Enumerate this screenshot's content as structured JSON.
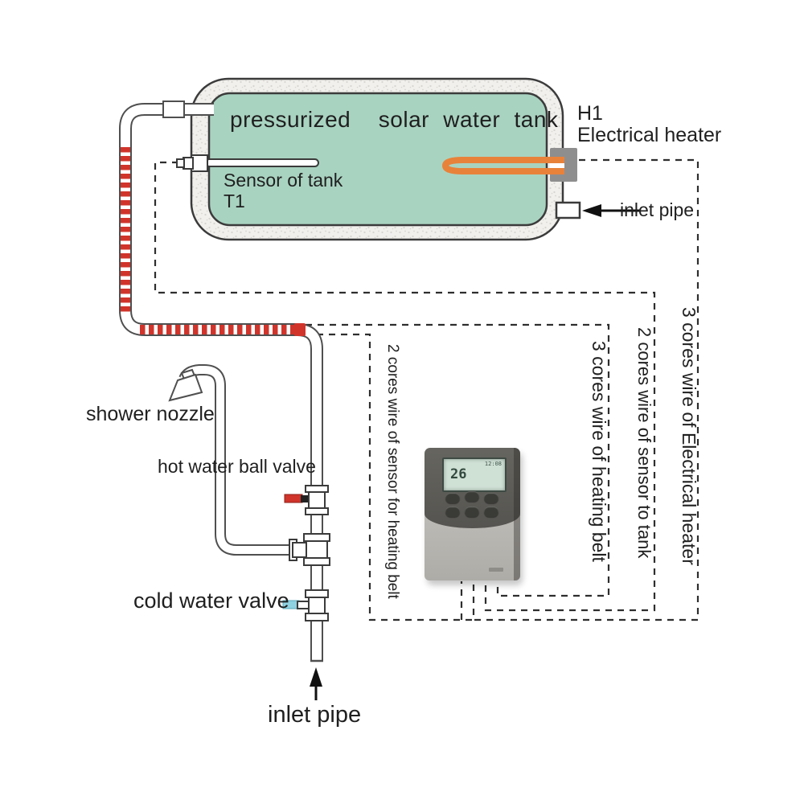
{
  "title": "pressurized  solar water tank",
  "labels": {
    "h1": "H1",
    "electrical_heater": "Electrical heater",
    "inlet_pipe_right": "inlet pipe",
    "sensor_of_tank": "Sensor of tank",
    "sensor_t1": "T1",
    "shower_nozzle": "shower nozzle",
    "hot_water_ball_valve": "hot water ball valve",
    "cold_water_valve": "cold water valve",
    "inlet_pipe_bottom": "inlet pipe"
  },
  "wire_labels": {
    "sensor_for_heating_belt": "2 cores wire of sensor for heating belt",
    "heating_belt": "3 cores wire of heating belt",
    "sensor_to_tank": "2 cores wire of sensor to tank",
    "electrical_heater": "3 cores wire of Electrical heater"
  },
  "controller": {
    "lcd_temp": "26",
    "lcd_time": "12:08"
  },
  "colors": {
    "red": "#d0342b",
    "orange": "#e8823a",
    "teal": "#a9d3c1",
    "blue": "#8fd2e2",
    "shell": "#f1f0ed",
    "speckle": "#d6d5d0",
    "outline": "#3b3b3b",
    "wire": "#2e2e2e",
    "ctrl-dark": "#5c5b57",
    "ctrl-light": "#b4b2ad",
    "lcd": "#cfe0d5"
  }
}
